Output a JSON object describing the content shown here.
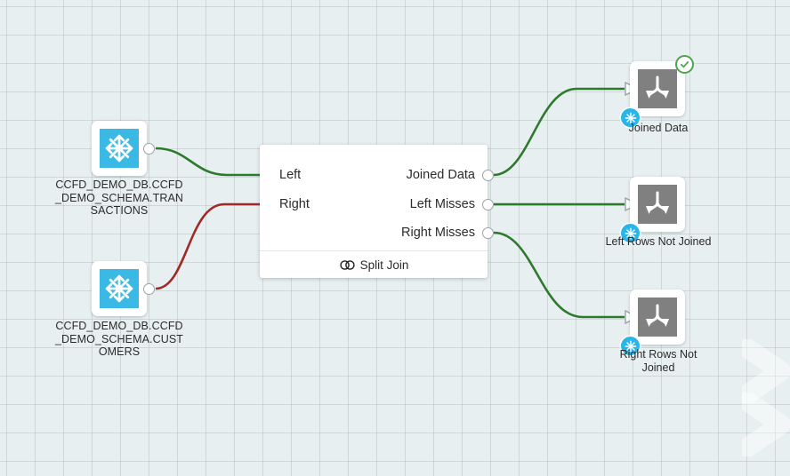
{
  "canvas": {
    "title": "Split Join data flow canvas",
    "background_color": "#e8eff1",
    "grid_color": "#a0b4b9",
    "grid_size": 32
  },
  "colors": {
    "edge_green": "#2d7a2d",
    "edge_red": "#9e2b25",
    "snowflake_blue": "#3ab9e4",
    "badge_blue": "#29b5e8",
    "sink_grey": "#808080",
    "check_green": "#4ca64c",
    "port_outline": "#9aa3a6",
    "text": "#2b2b2b"
  },
  "sources": [
    {
      "id": "transactions",
      "label": "CCFD_DEMO_DB.CCFD_DEMO_SCHEMA.TRANSACTIONS",
      "icon": "snowflake-icon",
      "connector_color": "#2d7a2d",
      "target_port": "Left"
    },
    {
      "id": "customers",
      "label": "CCFD_DEMO_DB.CCFD_DEMO_SCHEMA.CUSTOMERS",
      "icon": "snowflake-icon",
      "connector_color": "#9e2b25",
      "target_port": "Right"
    }
  ],
  "operator": {
    "name": "Split Join",
    "footer_label": "Split Join",
    "footer_icon": "split-join-icon",
    "inputs": [
      {
        "label": "Left"
      },
      {
        "label": "Right"
      }
    ],
    "outputs": [
      {
        "label": "Joined Data"
      },
      {
        "label": "Left Misses"
      },
      {
        "label": "Right Misses"
      }
    ]
  },
  "sinks": [
    {
      "id": "joined-data",
      "label": "Joined Data",
      "icon": "split-arrow-icon",
      "badge": "snowflake-icon",
      "status_badge": "check-icon",
      "status": "success",
      "connector_color": "#2d7a2d",
      "source_port": "Joined Data"
    },
    {
      "id": "left-rows-not-joined",
      "label": "Left Rows Not Joined",
      "icon": "split-arrow-icon",
      "badge": "snowflake-icon",
      "status_badge": null,
      "connector_color": "#2d7a2d",
      "source_port": "Left Misses"
    },
    {
      "id": "right-rows-not-joined",
      "label": "Right Rows Not Joined",
      "icon": "split-arrow-icon",
      "badge": "snowflake-icon",
      "status_badge": null,
      "connector_color": "#2d7a2d",
      "source_port": "Right Misses"
    }
  ]
}
